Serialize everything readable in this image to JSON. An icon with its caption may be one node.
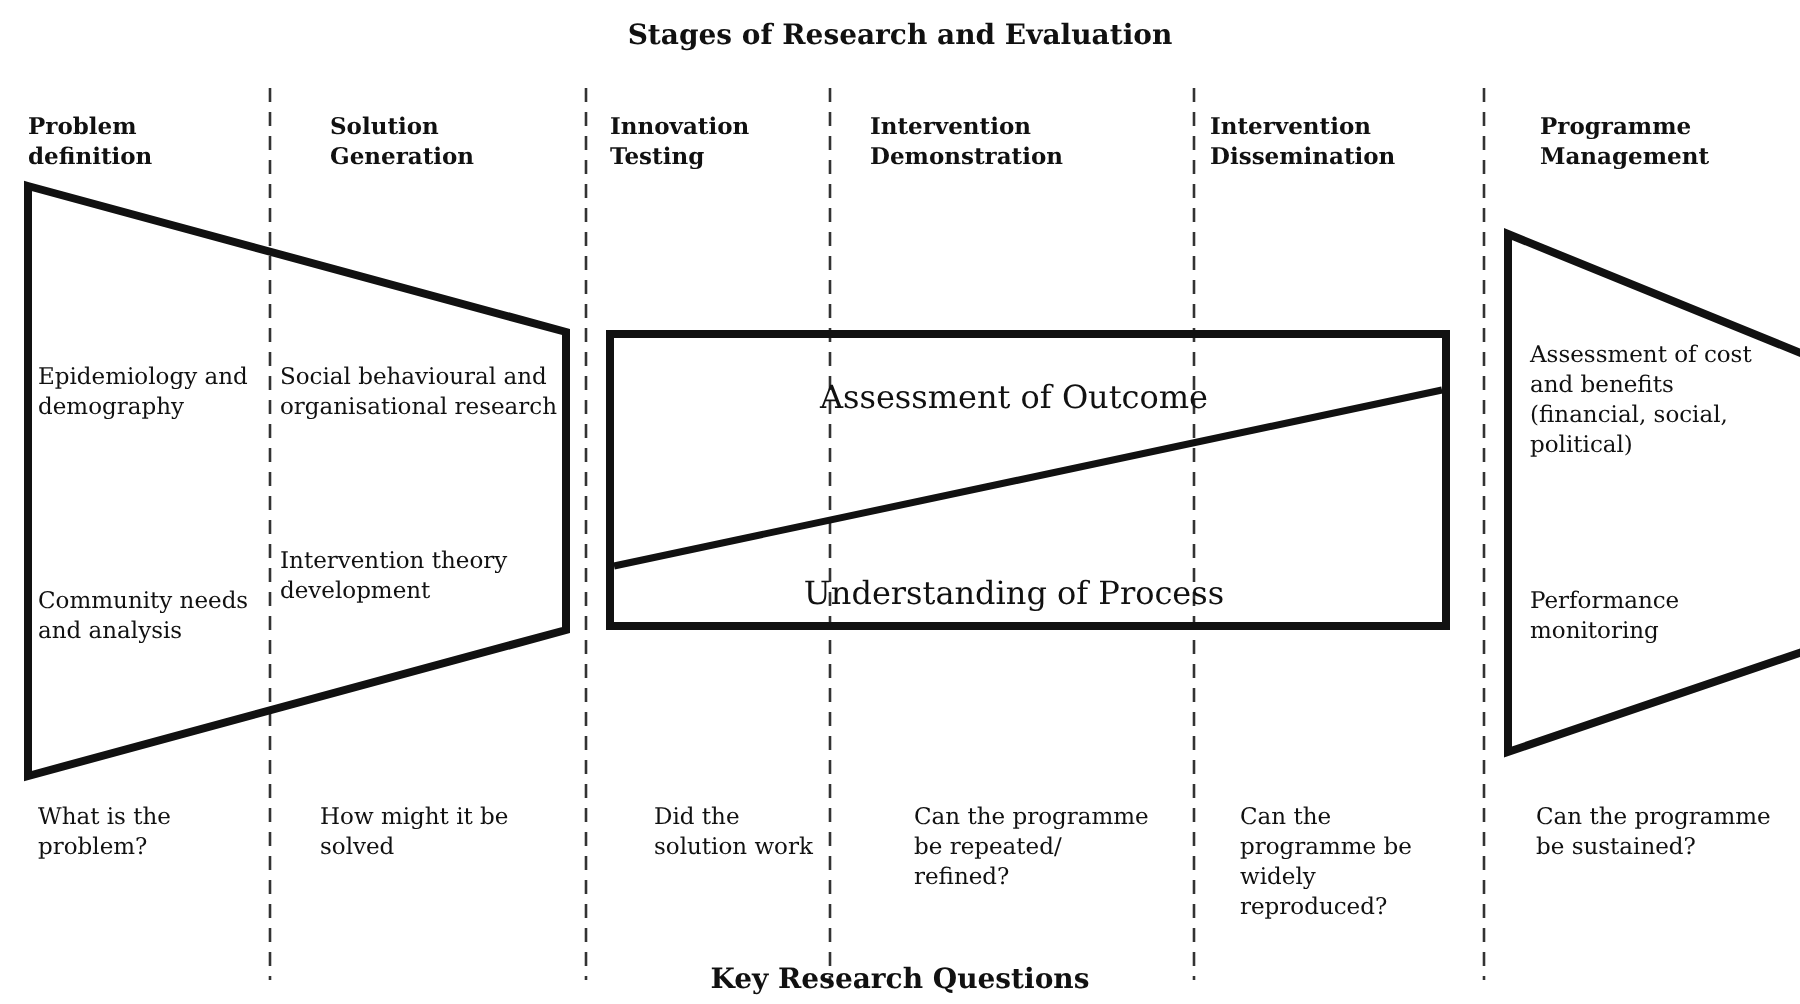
{
  "diagram": {
    "title": "Stages of Research and Evaluation",
    "caption": "Key Research Questions",
    "nodes": [
      {
        "text": [
          "Epidemiology and demography",
          "Community needs and analysis",
          "Social behavioural and organisational research",
          "Intervention theory development"
        ]
      },
      {
        "text": [
          "Assessment of Outcome",
          "Understanding of Process"
        ]
      },
      {
        "text": [
          "Assessment of cost and benefits (financial, social, political)",
          "Performance monitoring"
        ]
      }
    ],
    "labels": [
      "Problem definition",
      "Solution Generation",
      "Innovation Testing",
      "Intervention Demonstration",
      "Intervention Dissemination",
      "Programme Management",
      "What is the problem?",
      "How might it be solved",
      "Did the solution work",
      "Can the programme be repeated/ refined?",
      "Can the programme be widely reproduced?",
      "Can the programme be sustained?"
    ]
  }
}
